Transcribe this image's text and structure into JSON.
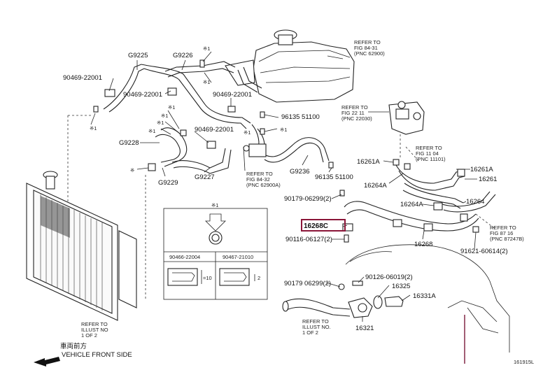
{
  "parts": {
    "g9225": "G9225",
    "g9226": "G9226",
    "g9228": "G9228",
    "g9229": "G9229",
    "g9227": "G9227",
    "g9236": "G9236",
    "p90469_a": "90469-22001",
    "p90469_b": "90469-22001",
    "p90469_c": "90469-22001",
    "p90469_d": "90469-22001",
    "p96135_a": "96135 51100",
    "p96135_b": "96135 51100",
    "p90179_a": "90179-06299(2)",
    "p90179_b": "90179 06299(2)",
    "p90116": "90116-06127(2)",
    "p90126": "90126-06019(2)",
    "p16268c": "16268C",
    "p16268": "16268",
    "p16261a_a": "16261A",
    "p16261a_b": "16261A",
    "p16261": "16261",
    "p16264a_a": "16264A",
    "p16264a_b": "16264A",
    "p16264": "16264",
    "p16325": "16325",
    "p16331a": "16331A",
    "p16321": "16321",
    "p91621": "91621-60614(2)"
  },
  "refs": {
    "r1_l1": "REFER TO",
    "r1_l2": "FIG 84-31",
    "r1_l3": "(PNC 62900)",
    "r2_l1": "REFER TO",
    "r2_l2": "FIG 22 11",
    "r2_l3": "(PNC 22030)",
    "r3_l1": "REFER TO",
    "r3_l2": "FIG 84-32",
    "r3_l3": "(PNC 62900A)",
    "r4_l1": "REFER TO",
    "r4_l2": "FIG 11 04",
    "r4_l3": "(PNC 11101)",
    "r5_l1": "REFER TO",
    "r5_l2": "FIG 87 16",
    "r5_l3": "(PNC 87247B)",
    "r6_l1": "REFER TO",
    "r6_l2": "ILLUST NO",
    "r6_l3": "1 OF 2",
    "r7_l1": "REFER TO",
    "r7_l2": "ILLUST NO.",
    "r7_l3": "1 OF 2"
  },
  "marks": {
    "m1": "※1",
    "m2": "※1",
    "m3": "※1",
    "m4": "※1",
    "m5": "※1",
    "m6": "※1",
    "m7": "※1",
    "m8": "※1",
    "m9": "※",
    "m10": "※1"
  },
  "inset": {
    "mark": "※1",
    "col1": "90466-22004",
    "col2": "90467-21010",
    "dim1": "=10",
    "dim2": "2"
  },
  "footer": {
    "front_cn": "車両前方",
    "front_en": "VEHICLE FRONT SIDE",
    "fig_code": "161915L"
  }
}
